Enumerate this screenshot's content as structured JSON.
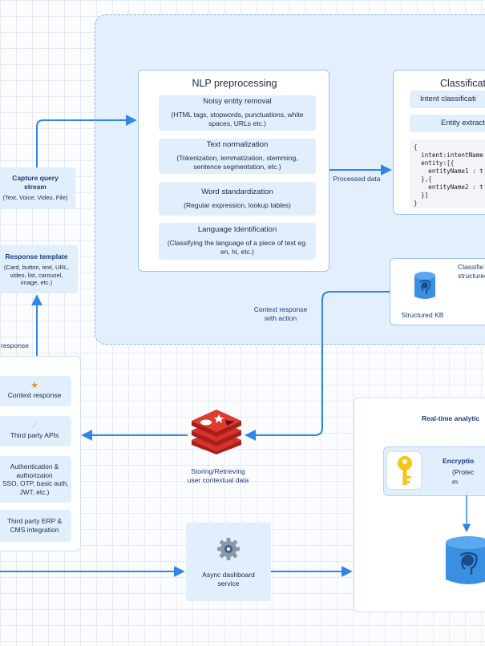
{
  "nlp": {
    "title": "NLP preprocessing",
    "steps": [
      {
        "title": "Noisy entity removal",
        "desc": "(HTML tags, stopwords, punctuations, white spaces, URLs etc.)"
      },
      {
        "title": "Text normalization",
        "desc": "(Tokenization, lemmatization, stemming, sentence segmentation, etc.)"
      },
      {
        "title": "Word standardization",
        "desc": "(Regular expression, lookup tables)"
      },
      {
        "title": "Language Identification",
        "desc": "(Classifying the language of a piece of text eg. en, hi, etc.)"
      }
    ]
  },
  "classification": {
    "title": "Classificat",
    "intent": "Intent classificati",
    "entity": "Entity extractio",
    "code": "{\n  intent:intentName\n  entity:[{\n    entityName1 : t\n  },{\n    entityName2 : t\n  }]\n}"
  },
  "labels": {
    "processed_data": "Processed data",
    "context_response_action": "Context response\nwith action",
    "response_partial": "response",
    "storing": "Storing/Retrieving\nuser contextual data"
  },
  "capture": {
    "title": "Capture query\nstream",
    "desc": "(Text, Voice, Video, File)"
  },
  "template": {
    "title": "Response template",
    "desc": "(Card, button, text, URL,\nvideo, list, carousel,\nimage, etc.)"
  },
  "structured": {
    "title_partial": "Classifie\nstructured",
    "kb": "Structured KB"
  },
  "services": [
    {
      "label": "Context response"
    },
    {
      "label": "Third party APIs"
    },
    {
      "label": "Authentication &\nauthorizaion\nSSO, OTP, basic auth,\nJWT, etc.)"
    },
    {
      "label": "Third party ERP &\nCMS integration"
    }
  ],
  "async": {
    "label": "Async dashboard\nservice"
  },
  "analytics": {
    "title": "Real-time analytic",
    "encryption_title": "Encryptio",
    "encryption_desc": "(Protec\nm"
  },
  "colors": {
    "arrow": "#2f86e8",
    "region": "#e3effc",
    "redis": "#d7322a",
    "pill": "#e1eefc"
  },
  "icons": [
    "star-icon",
    "link-icon",
    "database-icon",
    "redis-icon",
    "gear-icon",
    "key-icon"
  ]
}
